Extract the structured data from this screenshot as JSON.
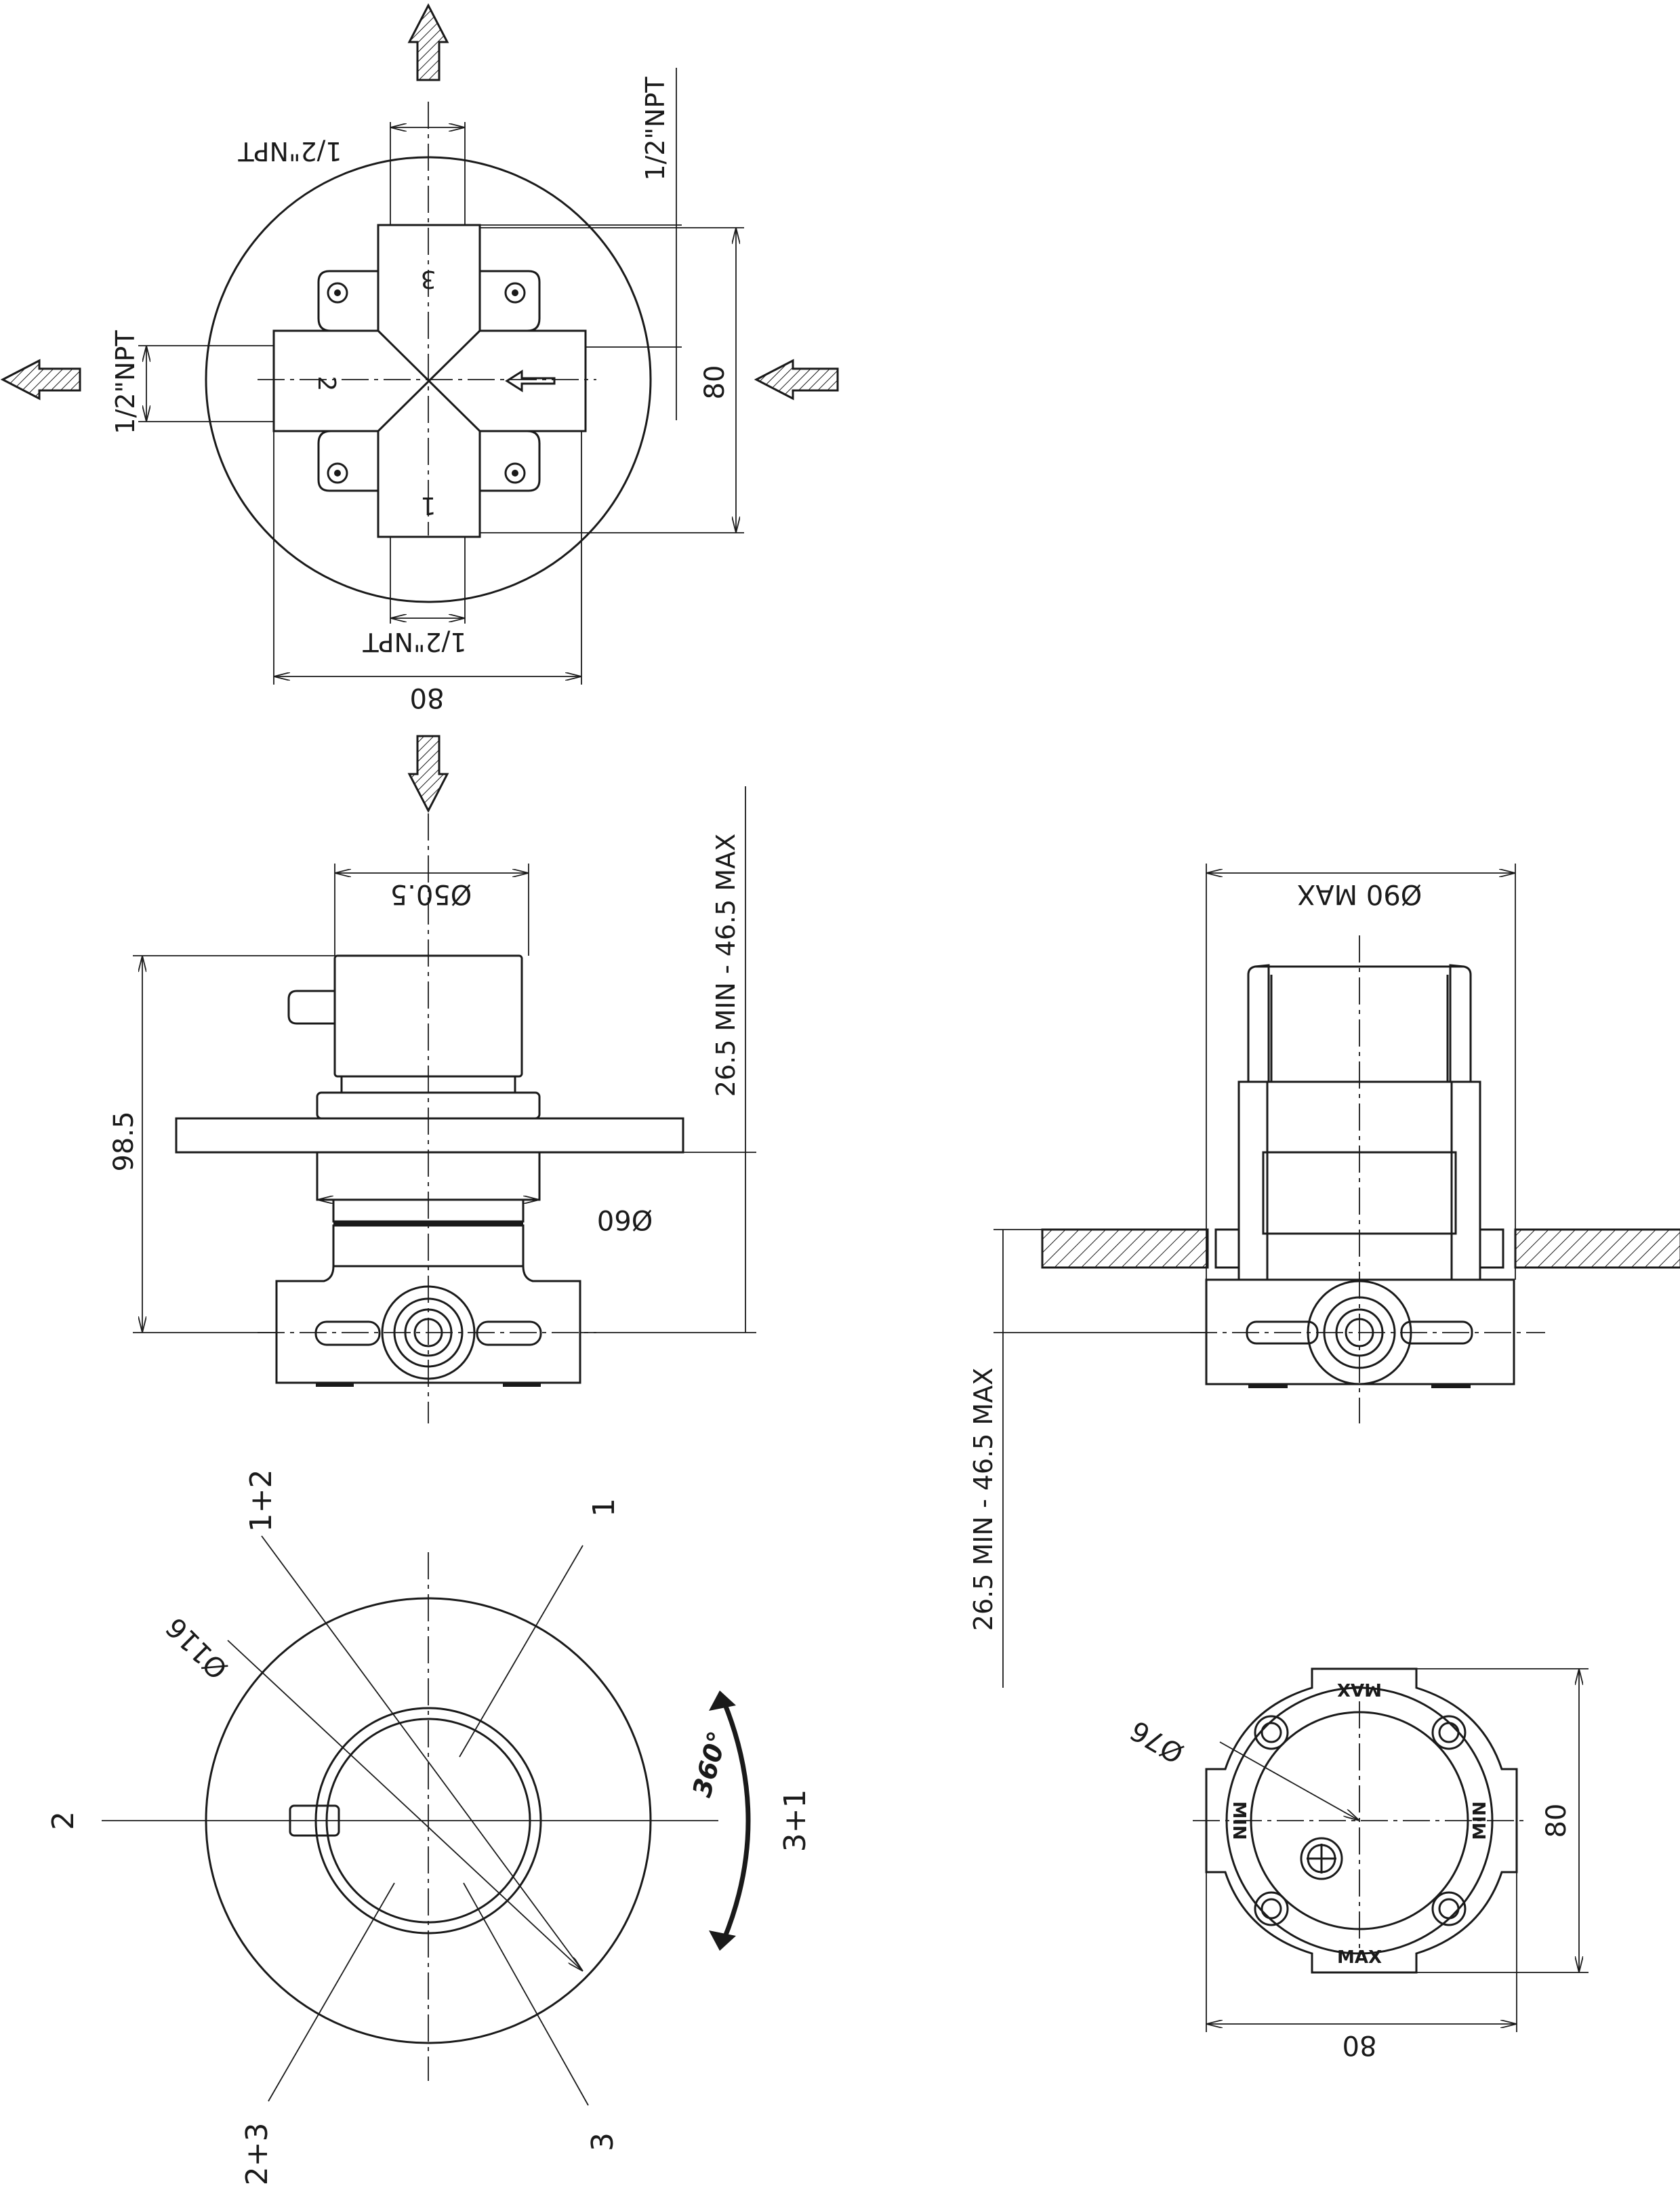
{
  "top_view": {
    "npt_top": "1/2\"NPT",
    "npt_right": "1/2\"NPT",
    "npt_left": "1/2\"NPT",
    "npt_bottom": "1/2\"NPT",
    "dim_height": "80",
    "dim_width": "80",
    "port_3": "3",
    "port_2": "2",
    "port_1": "1"
  },
  "side_view": {
    "dim_knob_dia": "Ø50.5",
    "dim_depth": "26.5  MIN - 46.5 MAX",
    "dim_total": "98.5",
    "dim_flange_dia": "Ø60"
  },
  "right_section": {
    "dim_max": "Ø90 MAX",
    "dim_depth": "26.5  MIN - 46.5 MAX"
  },
  "front_view": {
    "pos_1_2": "1+2",
    "pos_1": "1",
    "dim_dia": "Ø116",
    "pos_2": "2",
    "pos_3_1": "3+1",
    "rotation": "360°",
    "pos_2_3": "2+3",
    "pos_3": "3"
  },
  "body_front": {
    "dim_dia": "Ø76",
    "dim_height": "80",
    "dim_width": "80",
    "mark_min": "MIN",
    "mark_max": "MAX"
  }
}
